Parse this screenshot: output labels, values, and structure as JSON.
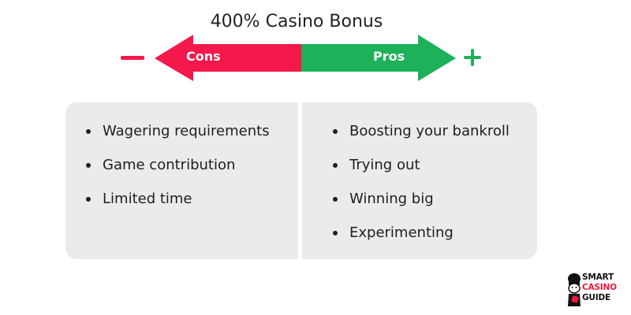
{
  "title": "400% Casino Bonus",
  "colors": {
    "cons": "#f5184a",
    "pros": "#1db15a",
    "panel": "#ebebeb"
  },
  "arrow": {
    "cons_label": "Cons",
    "pros_label": "Pros"
  },
  "cons": {
    "items": [
      "Wagering requirements",
      "Game contribution",
      "Limited time"
    ]
  },
  "pros": {
    "items": [
      "Boosting your bankroll",
      "Trying out",
      "Winning big",
      "Experimenting"
    ]
  },
  "logo": {
    "line1": "SMART",
    "line2": "CASINO",
    "line3": "GUIDE"
  },
  "icons": {
    "minus": "minus-icon",
    "plus": "plus-icon",
    "mascot": "mascot-icon"
  }
}
